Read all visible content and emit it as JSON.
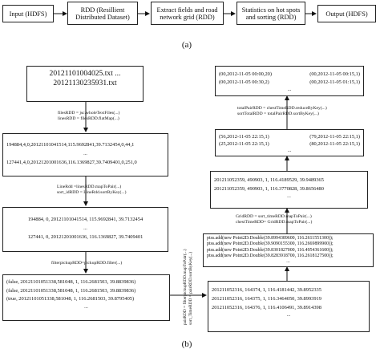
{
  "part_a": {
    "boxes": [
      {
        "id": "input",
        "label": "Input (HDFS)"
      },
      {
        "id": "rdd",
        "label": "RDD (Resillient Distributed Dataset)"
      },
      {
        "id": "extract",
        "label": "Extract fields and road network grid (RDD)"
      },
      {
        "id": "stats",
        "label": "Statistics on hot spots and sorting (RDD)"
      },
      {
        "id": "output",
        "label": "Output (HDFS)"
      }
    ],
    "caption": "(a)"
  },
  "part_b": {
    "caption": "(b)",
    "files_box": {
      "lines": [
        "20121101004025.txt",
        "...",
        "20121130235931.txt"
      ]
    },
    "files_labels": [
      "filesRDD = jsc.wholeTextFiles(...)",
      "linesRDD = filesRDD.flatMap(...)"
    ],
    "lines_box": {
      "lines": [
        "194884,4,0,20121101041514,115.9692841,39.7132454,0,44,1",
        "...",
        "127441,4,0,20121201001636,116.1369827,39.7409401,0,251,0"
      ]
    },
    "line_labels": [
      "LineRdd =linesRDD.mapToPair(...)",
      "sort_idRDD = LineRdd.sortByKey(...)"
    ],
    "sorted_box": {
      "lines": [
        "194884, 0, 20121101041514, 115.9692841, 39.7132454",
        "...",
        "127441, 0, 20121201001636, 116.1369827, 39.7409401"
      ]
    },
    "filter_label": "filterpickupRDD=pickupRDD.filter(...)",
    "filtered_box": {
      "lines": [
        "(false, 20121101051338,581048, 1, 116.2681503, 39.8839836)",
        "(false, 20121101051338,581048, 1, 116.2681503, 39.8839836)",
        "(true, 20121101051338,581048, 1, 116.2681503, 39.8795405)",
        "..."
      ]
    },
    "pair_labels": [
      "pairRDD = filterpickupRDD.mapToPair(...)",
      "sort_TimeRDD = pairRDD.sortByKey(...)"
    ],
    "time_box": {
      "lines": [
        "201211052316, 164374, 1, 116.4181442, 39.8952335",
        "201211052316, 164375, 1, 116.3464050, 39.8993919",
        "201211052316, 164376, 1, 116.4106491, 39.8914398",
        "..."
      ]
    },
    "pts_box": {
      "lines": [
        "ptss.add(new Point2D.Double(39.8994389600, 116.2611551300));",
        "ptss.add(new Point2D.Double(39.9090155300, 116.2669899900));",
        "ptss.add(new Point2D.Double(39.8301827000, 116.4954361600));",
        "ptss.add(new Point2D.Double(39.8283918700, 116.2618127500));",
        "..."
      ]
    },
    "grid_labels": [
      "GridRDD = sort_timeRDD.mapToPair(...)",
      "chestTimeRDD= GridRDD.mapToPair(...)"
    ],
    "grid_box": {
      "lines": [
        "201211052359, 490903, 1, 116.4189529, 39.9489365",
        "201211052359, 490903, 1, 116.3770828, 39.8656480",
        "..."
      ]
    },
    "count_box": {
      "left": [
        "(56,2012-11-05 22:15,1)",
        "(25,2012-11-05 22:15,1)"
      ],
      "right": [
        "(79,2012-11-05 22:15,1)",
        "(80,2012-11-05 22:15,1)"
      ],
      "ellipsis": "..."
    },
    "total_labels": [
      "totalPairRDD = chestTimeRDD.reduceByKey(...)",
      "sortTotalRDD = totalPairRDD.sortByKey(...)"
    ],
    "result_box": {
      "left": [
        "(00,2012-11-05 00:00,20)",
        "(00,2012-11-05 00:30,2)"
      ],
      "right": [
        "(00,2012-11-05 00:15,1)",
        "(00,2012-11-05 01:15,1)"
      ],
      "ellipsis": "..."
    }
  }
}
